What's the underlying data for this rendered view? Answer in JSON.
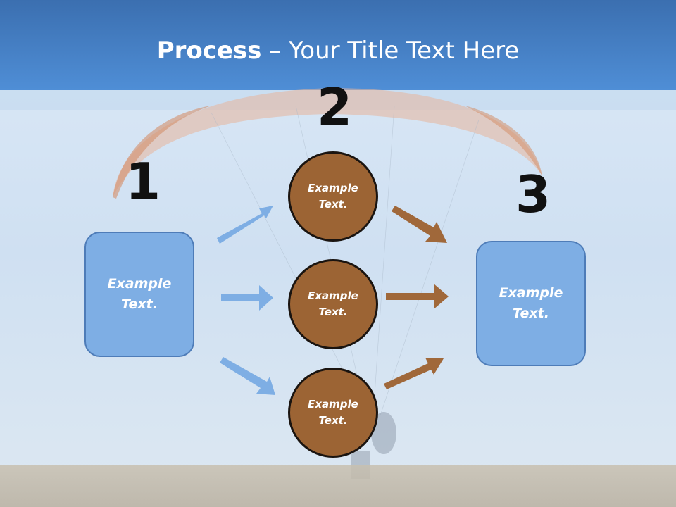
{
  "title": {
    "strong": "Process",
    "rest": " – Your Title Text Here"
  },
  "steps": [
    {
      "number": "1",
      "text": "Example\nText."
    },
    {
      "number": "2",
      "nodes": [
        "Example\nText.",
        "Example\nText.",
        "Example\nText."
      ]
    },
    {
      "number": "3",
      "text": "Example\nText."
    }
  ],
  "colors": {
    "box_fill": "#7eaee4",
    "box_border": "#4e7cb8",
    "circle_fill": "#9c6434",
    "arrow_blue": "#7eaee4",
    "arrow_brown": "#a0683a",
    "header": "#3f7ac4"
  }
}
